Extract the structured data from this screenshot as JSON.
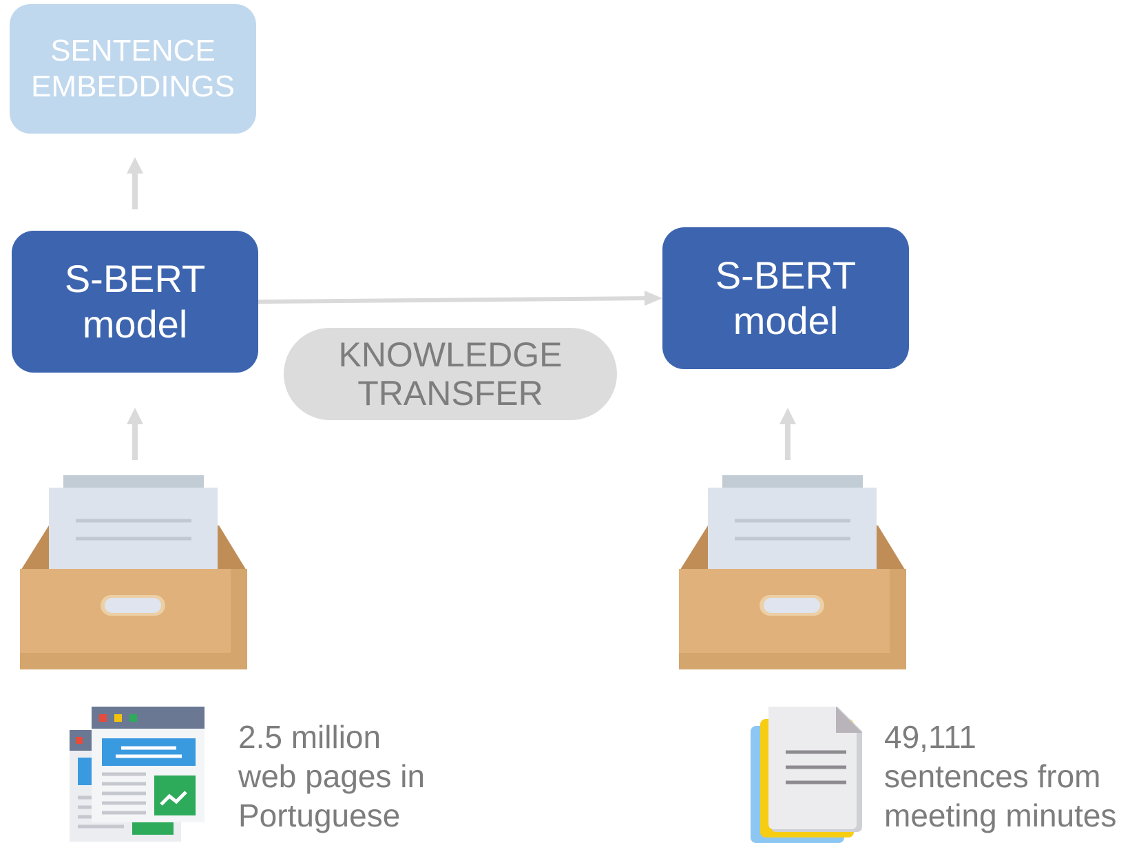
{
  "embeddings": {
    "line1": "SENTENCE",
    "line2": "EMBEDDINGS"
  },
  "model_left": {
    "line1": "S-BERT",
    "line2": "model"
  },
  "model_right": {
    "line1": "S-BERT",
    "line2": "model"
  },
  "transfer": {
    "line1": "KNOWLEDGE",
    "line2": "TRANSFER"
  },
  "source_left": {
    "line1": "2.5 million",
    "line2": "web pages in",
    "line3": "Portuguese"
  },
  "source_right": {
    "line1": "49,111",
    "line2": "sentences from",
    "line3": "meeting minutes"
  },
  "icons": [
    "archive-box-icon",
    "archive-box-icon",
    "web-pages-icon",
    "documents-icon"
  ],
  "colors": {
    "model": "#3d64ae",
    "embeddings": "#c0d8ee",
    "transfer": "#dcdcdc",
    "arrow": "#dadada",
    "box": "#e0b17a",
    "text": "#7d7d7d"
  }
}
